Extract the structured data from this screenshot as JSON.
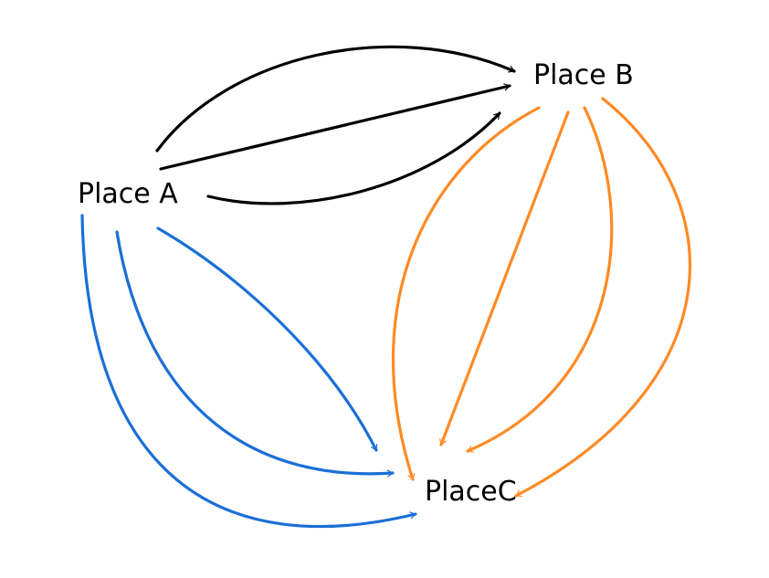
{
  "nodes": {
    "a": {
      "label": "Place A"
    },
    "b": {
      "label": "Place B"
    },
    "c": {
      "label": "PlaceC"
    }
  },
  "colors": {
    "a_to_b": "#000000",
    "a_to_c": "#1a6fd6",
    "b_to_c": "#ff8a26"
  },
  "edge_counts": {
    "a_to_b": 3,
    "a_to_c": 3,
    "b_to_c": 4
  }
}
